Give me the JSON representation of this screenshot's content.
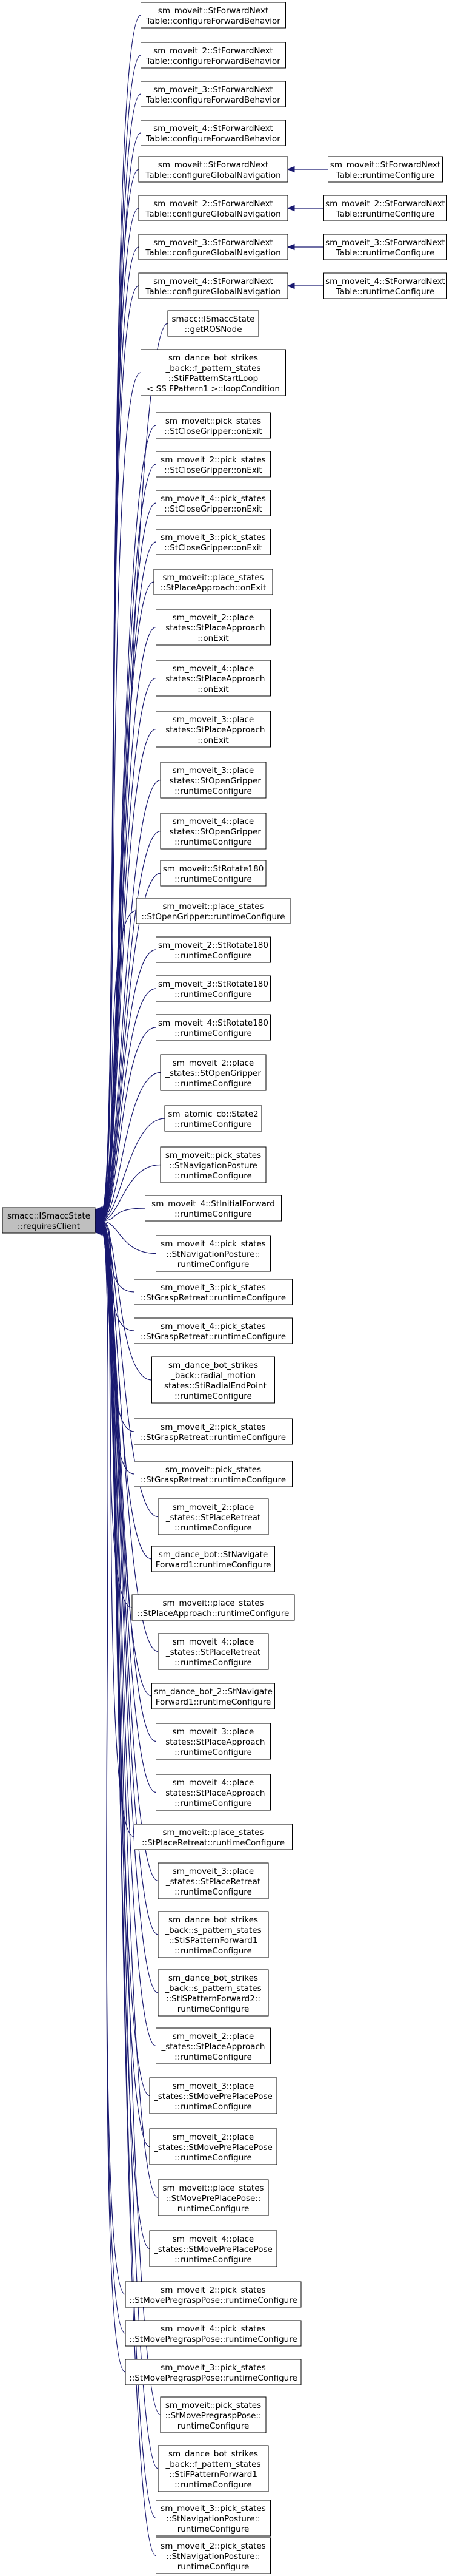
{
  "diagram": {
    "root": {
      "id": "root",
      "lines": [
        "smacc::ISmaccState",
        "::requiresClient"
      ]
    },
    "nodes": [
      {
        "id": "n1",
        "lines": [
          "sm_moveit::StForwardNext",
          "Table::configureForwardBehavior"
        ]
      },
      {
        "id": "n2",
        "lines": [
          "sm_moveit_2::StForwardNext",
          "Table::configureForwardBehavior"
        ]
      },
      {
        "id": "n3",
        "lines": [
          "sm_moveit_3::StForwardNext",
          "Table::configureForwardBehavior"
        ]
      },
      {
        "id": "n4",
        "lines": [
          "sm_moveit_4::StForwardNext",
          "Table::configureForwardBehavior"
        ]
      },
      {
        "id": "n5",
        "lines": [
          "sm_moveit::StForwardNext",
          "Table::configureGlobalNavigation"
        ]
      },
      {
        "id": "n6",
        "lines": [
          "sm_moveit_2::StForwardNext",
          "Table::configureGlobalNavigation"
        ]
      },
      {
        "id": "n7",
        "lines": [
          "sm_moveit_3::StForwardNext",
          "Table::configureGlobalNavigation"
        ]
      },
      {
        "id": "n8",
        "lines": [
          "sm_moveit_4::StForwardNext",
          "Table::configureGlobalNavigation"
        ]
      },
      {
        "id": "n9",
        "lines": [
          "smacc::ISmaccState",
          "::getROSNode"
        ]
      },
      {
        "id": "n10",
        "lines": [
          "sm_dance_bot_strikes",
          "_back::f_pattern_states",
          "::StiFPatternStartLoop",
          "< SS FPattern1 >::loopCondition"
        ]
      },
      {
        "id": "n11",
        "lines": [
          "sm_moveit::pick_states",
          "::StCloseGripper::onExit"
        ]
      },
      {
        "id": "n12",
        "lines": [
          "sm_moveit_2::pick_states",
          "::StCloseGripper::onExit"
        ]
      },
      {
        "id": "n13",
        "lines": [
          "sm_moveit_4::pick_states",
          "::StCloseGripper::onExit"
        ]
      },
      {
        "id": "n14",
        "lines": [
          "sm_moveit_3::pick_states",
          "::StCloseGripper::onExit"
        ]
      },
      {
        "id": "n15",
        "lines": [
          "sm_moveit::place_states",
          "::StPlaceApproach::onExit"
        ]
      },
      {
        "id": "n16",
        "lines": [
          "sm_moveit_2::place",
          "_states::StPlaceApproach",
          "::onExit"
        ]
      },
      {
        "id": "n17",
        "lines": [
          "sm_moveit_4::place",
          "_states::StPlaceApproach",
          "::onExit"
        ]
      },
      {
        "id": "n18",
        "lines": [
          "sm_moveit_3::place",
          "_states::StPlaceApproach",
          "::onExit"
        ]
      },
      {
        "id": "n19",
        "lines": [
          "sm_moveit_3::place",
          "_states::StOpenGripper",
          "::runtimeConfigure"
        ]
      },
      {
        "id": "n20",
        "lines": [
          "sm_moveit_4::place",
          "_states::StOpenGripper",
          "::runtimeConfigure"
        ]
      },
      {
        "id": "n21",
        "lines": [
          "sm_moveit::StRotate180",
          "::runtimeConfigure"
        ]
      },
      {
        "id": "n22",
        "lines": [
          "sm_moveit::place_states",
          "::StOpenGripper::runtimeConfigure"
        ]
      },
      {
        "id": "n23",
        "lines": [
          "sm_moveit_2::StRotate180",
          "::runtimeConfigure"
        ]
      },
      {
        "id": "n24",
        "lines": [
          "sm_moveit_3::StRotate180",
          "::runtimeConfigure"
        ]
      },
      {
        "id": "n25",
        "lines": [
          "sm_moveit_4::StRotate180",
          "::runtimeConfigure"
        ]
      },
      {
        "id": "n26",
        "lines": [
          "sm_moveit_2::place",
          "_states::StOpenGripper",
          "::runtimeConfigure"
        ]
      },
      {
        "id": "n27",
        "lines": [
          "sm_atomic_cb::State2",
          "::runtimeConfigure"
        ]
      },
      {
        "id": "n28",
        "lines": [
          "sm_moveit::pick_states",
          "::StNavigationPosture",
          "::runtimeConfigure"
        ]
      },
      {
        "id": "n29",
        "lines": [
          "sm_moveit_4::StInitialForward",
          "::runtimeConfigure"
        ]
      },
      {
        "id": "n30",
        "lines": [
          "sm_moveit_4::pick_states",
          "::StNavigationPosture::",
          "runtimeConfigure"
        ]
      },
      {
        "id": "n31",
        "lines": [
          "sm_moveit_3::pick_states",
          "::StGraspRetreat::runtimeConfigure"
        ]
      },
      {
        "id": "n32",
        "lines": [
          "sm_moveit_4::pick_states",
          "::StGraspRetreat::runtimeConfigure"
        ]
      },
      {
        "id": "n33",
        "lines": [
          "sm_dance_bot_strikes",
          "_back::radial_motion",
          "_states::StiRadialEndPoint",
          "::runtimeConfigure"
        ]
      },
      {
        "id": "n34",
        "lines": [
          "sm_moveit_2::pick_states",
          "::StGraspRetreat::runtimeConfigure"
        ]
      },
      {
        "id": "n35",
        "lines": [
          "sm_moveit::pick_states",
          "::StGraspRetreat::runtimeConfigure"
        ]
      },
      {
        "id": "n36",
        "lines": [
          "sm_moveit_2::place",
          "_states::StPlaceRetreat",
          "::runtimeConfigure"
        ]
      },
      {
        "id": "n37",
        "lines": [
          "sm_dance_bot::StNavigate",
          "Forward1::runtimeConfigure"
        ]
      },
      {
        "id": "n38",
        "lines": [
          "sm_moveit::place_states",
          "::StPlaceApproach::runtimeConfigure"
        ]
      },
      {
        "id": "n39",
        "lines": [
          "sm_moveit_4::place",
          "_states::StPlaceRetreat",
          "::runtimeConfigure"
        ]
      },
      {
        "id": "n40",
        "lines": [
          "sm_dance_bot_2::StNavigate",
          "Forward1::runtimeConfigure"
        ]
      },
      {
        "id": "n41",
        "lines": [
          "sm_moveit_3::place",
          "_states::StPlaceApproach",
          "::runtimeConfigure"
        ]
      },
      {
        "id": "n42",
        "lines": [
          "sm_moveit_4::place",
          "_states::StPlaceApproach",
          "::runtimeConfigure"
        ]
      },
      {
        "id": "n43",
        "lines": [
          "sm_moveit::place_states",
          "::StPlaceRetreat::runtimeConfigure"
        ]
      },
      {
        "id": "n44",
        "lines": [
          "sm_moveit_3::place",
          "_states::StPlaceRetreat",
          "::runtimeConfigure"
        ]
      },
      {
        "id": "n45",
        "lines": [
          "sm_dance_bot_strikes",
          "_back::s_pattern_states",
          "::StiSPatternForward1",
          "::runtimeConfigure"
        ]
      },
      {
        "id": "n46",
        "lines": [
          "sm_dance_bot_strikes",
          "_back::s_pattern_states",
          "::StiSPatternForward2::",
          "runtimeConfigure"
        ]
      },
      {
        "id": "n47",
        "lines": [
          "sm_moveit_2::place",
          "_states::StPlaceApproach",
          "::runtimeConfigure"
        ]
      },
      {
        "id": "n48",
        "lines": [
          "sm_moveit_3::place",
          "_states::StMovePrePlacePose",
          "::runtimeConfigure"
        ]
      },
      {
        "id": "n49",
        "lines": [
          "sm_moveit_2::place",
          "_states::StMovePrePlacePose",
          "::runtimeConfigure"
        ]
      },
      {
        "id": "n50",
        "lines": [
          "sm_moveit::place_states",
          "::StMovePrePlacePose::",
          "runtimeConfigure"
        ]
      },
      {
        "id": "n51",
        "lines": [
          "sm_moveit_4::place",
          "_states::StMovePrePlacePose",
          "::runtimeConfigure"
        ]
      },
      {
        "id": "n52",
        "lines": [
          "sm_moveit_2::pick_states",
          "::StMovePregraspPose::runtimeConfigure"
        ]
      },
      {
        "id": "n53",
        "lines": [
          "sm_moveit_4::pick_states",
          "::StMovePregraspPose::runtimeConfigure"
        ]
      },
      {
        "id": "n54",
        "lines": [
          "sm_moveit_3::pick_states",
          "::StMovePregraspPose::runtimeConfigure"
        ]
      },
      {
        "id": "n55",
        "lines": [
          "sm_moveit::pick_states",
          "::StMovePregraspPose::",
          "runtimeConfigure"
        ]
      },
      {
        "id": "n56",
        "lines": [
          "sm_dance_bot_strikes",
          "_back::f_pattern_states",
          "::StiFPatternForward1",
          "::runtimeConfigure"
        ]
      },
      {
        "id": "n57",
        "lines": [
          "sm_moveit_3::pick_states",
          "::StNavigationPosture::",
          "runtimeConfigure"
        ]
      },
      {
        "id": "n58",
        "lines": [
          "sm_moveit_2::pick_states",
          "::StNavigationPosture::",
          "runtimeConfigure"
        ]
      }
    ],
    "callers": [
      {
        "id": "c5",
        "target": "n5",
        "lines": [
          "sm_moveit::StForwardNext",
          "Table::runtimeConfigure"
        ]
      },
      {
        "id": "c6",
        "target": "n6",
        "lines": [
          "sm_moveit_2::StForwardNext",
          "Table::runtimeConfigure"
        ]
      },
      {
        "id": "c7",
        "target": "n7",
        "lines": [
          "sm_moveit_3::StForwardNext",
          "Table::runtimeConfigure"
        ]
      },
      {
        "id": "c8",
        "target": "n8",
        "lines": [
          "sm_moveit_4::StForwardNext",
          "Table::runtimeConfigure"
        ]
      }
    ]
  }
}
